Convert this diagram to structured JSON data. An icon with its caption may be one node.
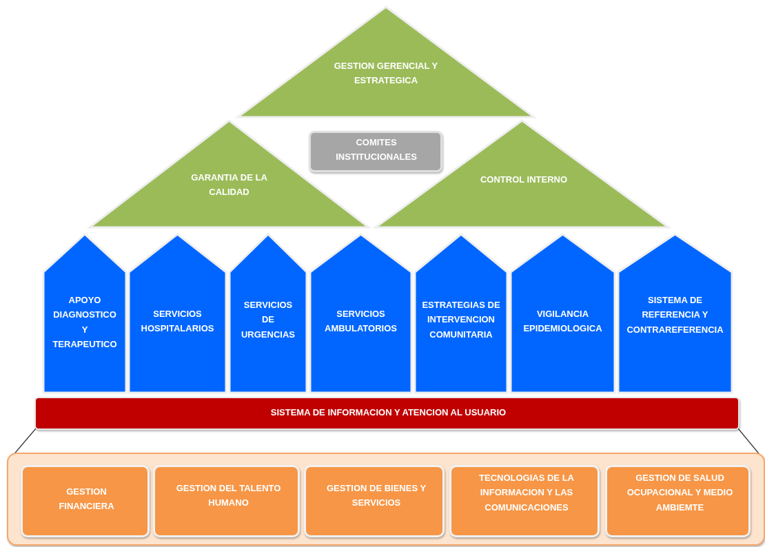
{
  "diagram": {
    "nodes": [
      {
        "text": [
          "GESTION GERENCIAL Y ESTRATEGICA"
        ]
      },
      {
        "text": [
          "GARANTIA DE LA CALIDAD"
        ]
      },
      {
        "text": [
          "CONTROL INTERNO"
        ]
      },
      {
        "text": [
          "COMITES INSTITUCIONALES"
        ]
      },
      {
        "text": [
          "APOYO DIAGNOSTICO Y TERAPEUTICO"
        ]
      },
      {
        "text": [
          "SERVICIOS HOSPITALARIOS"
        ]
      },
      {
        "text": [
          "SERVICIOS DE URGENCIAS"
        ]
      },
      {
        "text": [
          "SERVICIOS AMBULATORIOS"
        ]
      },
      {
        "text": [
          "ESTRATEGIAS DE INTERVENCION COMUNITARIA"
        ]
      },
      {
        "text": [
          "VIGILANCIA EPIDEMIOLOGICA"
        ]
      },
      {
        "text": [
          "SISTEMA DE REFERENCIA Y CONTRAREFERENCIA"
        ]
      },
      {
        "text": [
          "SISTEMA DE INFORMACION Y ATENCION AL USUARIO"
        ]
      },
      {
        "text": [],
        "shape": "box"
      },
      {
        "text": [
          "GESTION FINANCIERA"
        ],
        "in": 12
      },
      {
        "text": [
          "GESTION DEL TALENTO HUMANO"
        ],
        "in": 12
      },
      {
        "text": [
          "GESTION DE BIENES Y SERVICIOS"
        ],
        "in": 12
      },
      {
        "text": [
          "TECNOLOGIAS DE LA INFORMACION Y LAS COMUNICACIONES"
        ],
        "in": 12
      },
      {
        "text": [
          "GESTION DE SALUD OCUPACIONAL Y MEDIO AMBIEMTE"
        ],
        "in": 12
      }
    ]
  }
}
